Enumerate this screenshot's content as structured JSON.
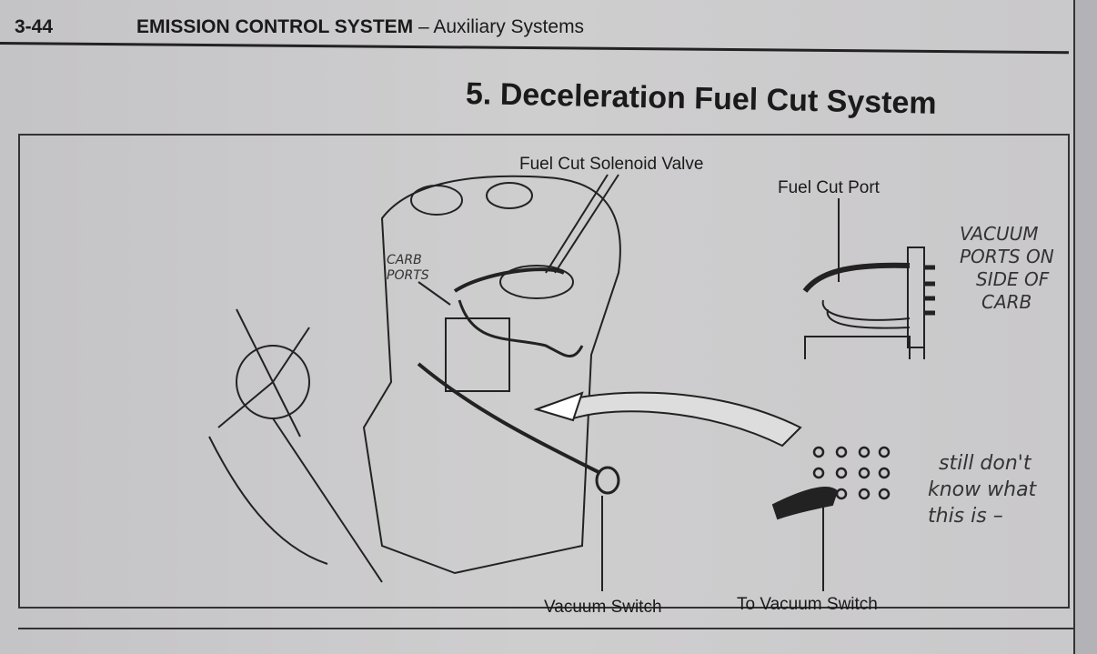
{
  "header": {
    "page_number": "3-44",
    "title_bold": "EMISSION CONTROL SYSTEM",
    "title_rest": "– Auxiliary Systems"
  },
  "section_title": "5. Deceleration Fuel Cut System",
  "diagram": {
    "labels": {
      "solenoid": "Fuel Cut Solenoid Valve",
      "port": "Fuel Cut Port",
      "vacuum_switch": "Vacuum Switch",
      "to_vacuum_switch": "To Vacuum Switch"
    },
    "handwritten": {
      "carb_ports": [
        "CARB",
        "PORTS"
      ],
      "vacuum_ports": [
        "VACUUM",
        "PORTS ON",
        "SIDE OF",
        "CARB"
      ],
      "still_dont_know": [
        "still don't",
        "know what",
        "this is –"
      ]
    }
  }
}
